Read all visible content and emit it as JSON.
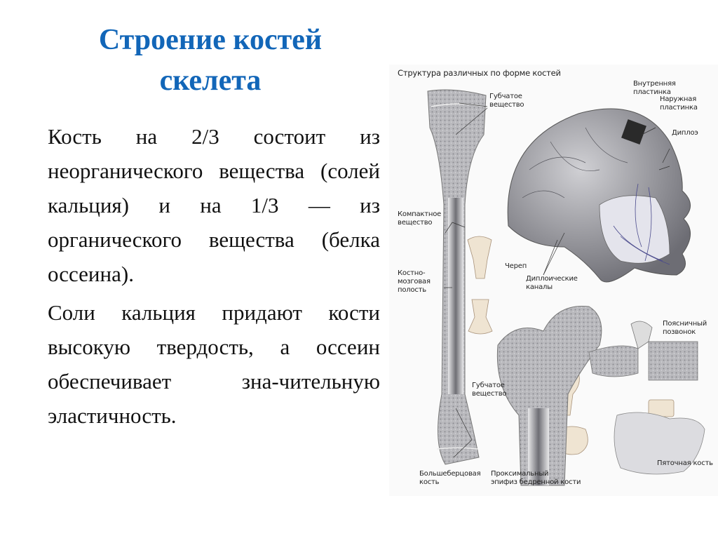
{
  "slide": {
    "title_line1": "Строение костей",
    "title_line2": "скелета",
    "colors": {
      "title": "#1266b8",
      "text": "#111111",
      "background": "#ffffff"
    },
    "paragraphs": [
      "Кость на 2/3 состоит из неорганического вещества (солей кальция) и на 1/3 — из органического вещества (белка оссеина).",
      "Соли кальция придают кости высокую твердость, а оссеин обеспечивает зна-чительную эластичность."
    ]
  },
  "figure": {
    "title": "Структура различных по форме костей",
    "labels": {
      "spongy_top_1": "Губчатое",
      "spongy_top_2": "вещество",
      "inner_plate_1": "Внутренняя",
      "inner_plate_2": "пластинка",
      "outer_plate_1": "Наружная",
      "outer_plate_2": "пластинка",
      "diploe": "Диплоэ",
      "compact_1": "Компактное",
      "compact_2": "вещество",
      "marrow_1": "Костно-",
      "marrow_2": "мозговая",
      "marrow_3": "полость",
      "skull": "Череп",
      "diploic_1": "Диплоические",
      "diploic_2": "каналы",
      "lumbar_1": "Поясничный",
      "lumbar_2": "позвонок",
      "spongy_bottom_1": "Губчатое",
      "spongy_bottom_2": "вещество",
      "tibia_1": "Большеберцовая",
      "tibia_2": "кость",
      "femur_1": "Проксимальный",
      "femur_2": "эпифиз бедренной кости",
      "calcaneus": "Пяточная кость"
    }
  }
}
